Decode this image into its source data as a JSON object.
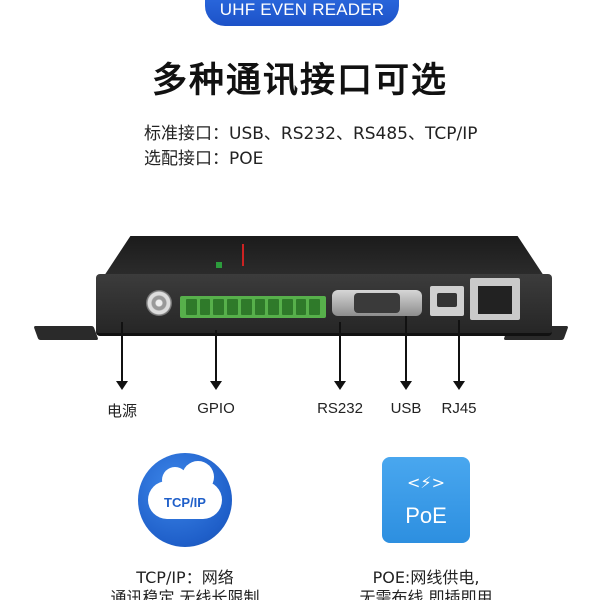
{
  "banner": {
    "label": "UHF EVEN READER"
  },
  "headline": "多种通讯接口可选",
  "interfaces": {
    "standard": "标准接口：USB、RS232、RS485、TCP/IP",
    "optional": "选配接口：POE"
  },
  "ports": [
    {
      "label": "电源"
    },
    {
      "label": "GPIO"
    },
    {
      "label": "RS232"
    },
    {
      "label": "USB"
    },
    {
      "label": "RJ45"
    }
  ],
  "features": [
    {
      "icon": "tcp-ip-cloud-icon",
      "icon_text": "TCP/IP",
      "caption_line1": "TCP/IP：网络",
      "caption_line2": "通讯稳定 无线长限制"
    },
    {
      "icon": "poe-icon",
      "icon_text": "PoE",
      "caption_line1": "POE:网线供电,",
      "caption_line2": "无需布线 即插即用"
    }
  ],
  "colors": {
    "accent_blue": "#1f5fc9",
    "poe_blue": "#3a9ae8",
    "gpio_green": "#57b04b"
  }
}
